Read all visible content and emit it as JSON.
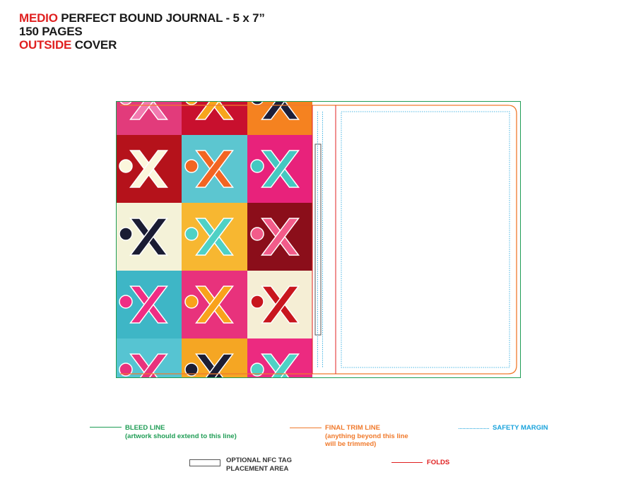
{
  "title": {
    "line1_highlight": "MEDIO",
    "line1_rest": " PERFECT BOUND JOURNAL - 5 x 7”",
    "line2": "150 PAGES",
    "line3_highlight": "OUTSIDE",
    "line3_rest": " COVER"
  },
  "legend": {
    "bleed_title": "BLEED LINE",
    "bleed_note": "(artwork should extend to this line)",
    "trim_title": "FINAL TRIM LINE",
    "trim_note_1": "(anything beyond this line",
    "trim_note_2": "will be trimmed)",
    "safety_title": "SAFETY MARGIN",
    "nfc_title_1": "OPTIONAL NFC TAG",
    "nfc_title_2": "PLACEMENT AREA",
    "folds_title": "FOLDS"
  },
  "colors": {
    "bleed": "#1f9d55",
    "trim": "#f07a2c",
    "safety": "#1aa3dc",
    "folds": "#e02020",
    "accent_red": "#e02020"
  },
  "artwork": {
    "grid": [
      [
        {
          "bg": "#e23b7b",
          "x": "#f27ab0"
        },
        {
          "bg": "#c8102e",
          "x": "#f7a51c"
        },
        {
          "bg": "#f58220",
          "x": "#1d1f3a"
        }
      ],
      [
        {
          "bg": "#b5121b",
          "x": "#fbf6dc"
        },
        {
          "bg": "#5cc6d0",
          "x": "#f26522"
        },
        {
          "bg": "#e8227b",
          "x": "#45c8c1"
        }
      ],
      [
        {
          "bg": "#f4f2d8",
          "x": "#1a1c33"
        },
        {
          "bg": "#f7b731",
          "x": "#4fd1c5"
        },
        {
          "bg": "#8b0e1a",
          "x": "#f25c8a"
        }
      ],
      [
        {
          "bg": "#3eb6c6",
          "x": "#ef2d84"
        },
        {
          "bg": "#e8327c",
          "x": "#f9a21b"
        },
        {
          "bg": "#f5eed5",
          "x": "#c8161e"
        }
      ],
      [
        {
          "bg": "#56c4d2",
          "x": "#e8327c"
        },
        {
          "bg": "#f5a623",
          "x": "#1c1d33"
        },
        {
          "bg": "#ec2a80",
          "x": "#4fd1c5"
        }
      ]
    ]
  }
}
